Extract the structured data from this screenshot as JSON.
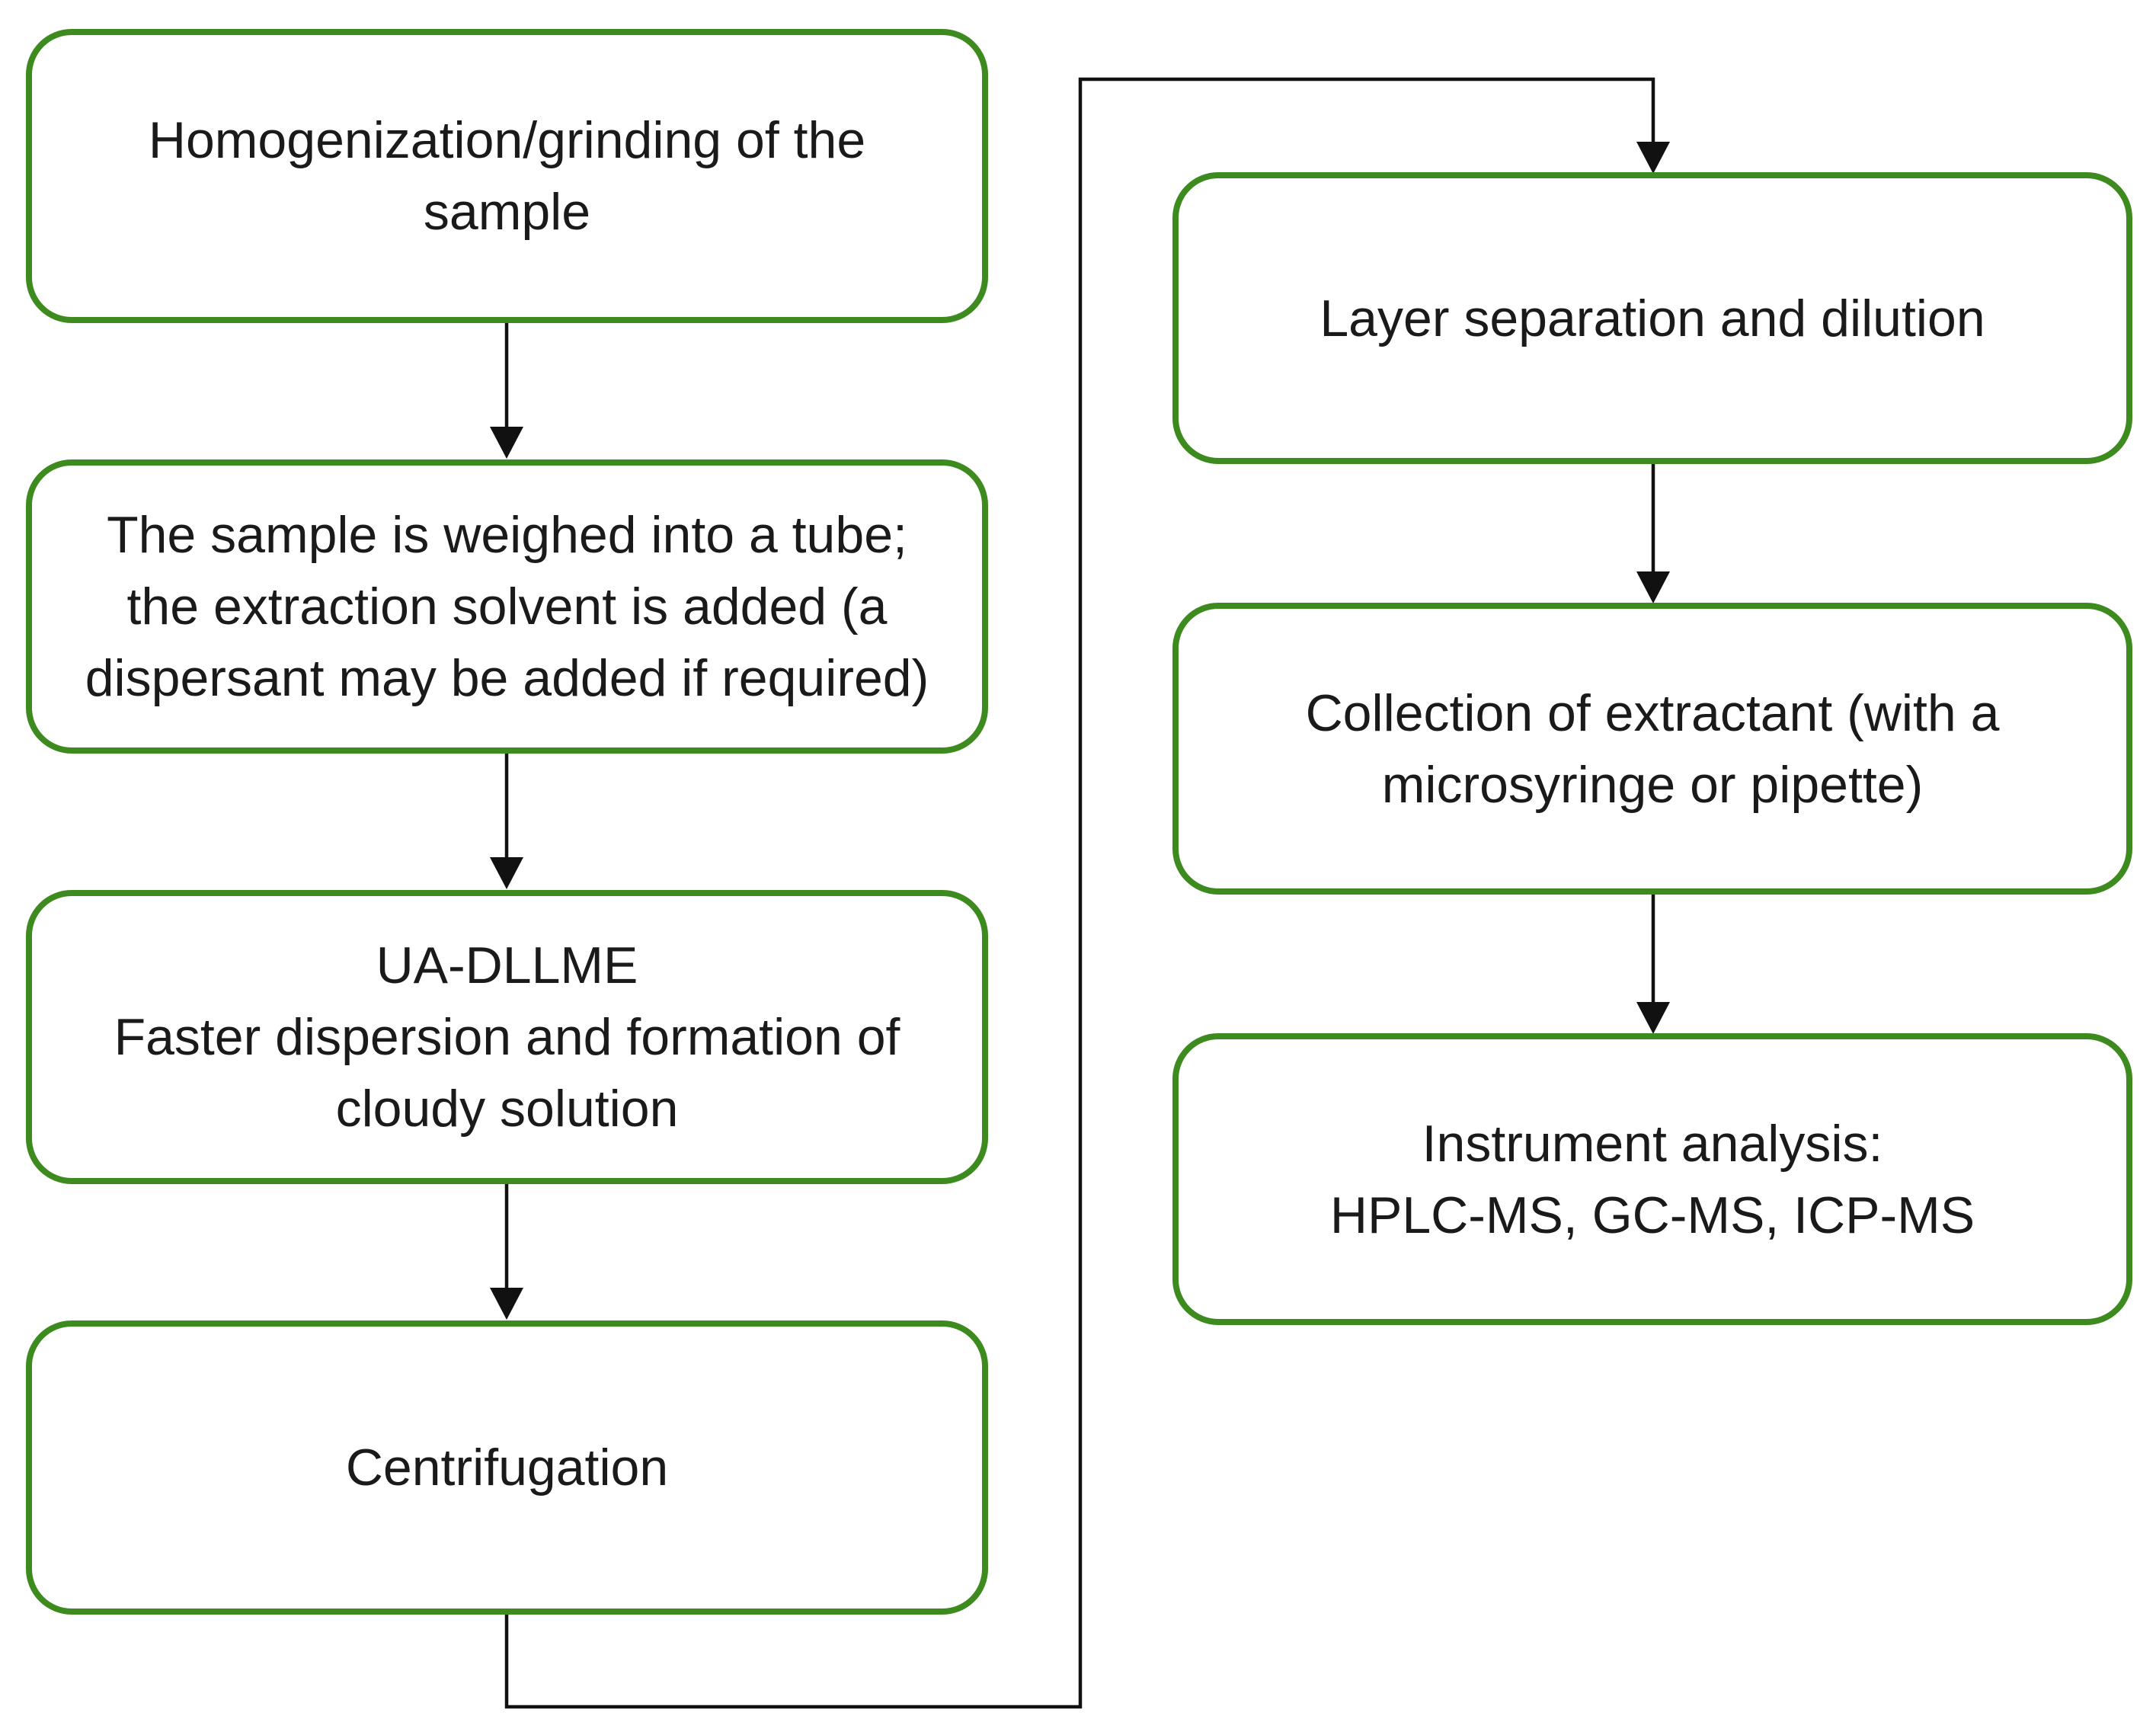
{
  "flowchart": {
    "colors": {
      "box_border": "#3d8b1f",
      "connector": "#111111",
      "text": "#1a1a1a"
    },
    "steps": [
      {
        "id": "homogenization",
        "lines": [
          "Homogenization/grinding of the",
          "sample"
        ]
      },
      {
        "id": "weighing",
        "lines": [
          "The sample is weighed into a tube;",
          "the extraction solvent is added (a",
          "dispersant may be added if required)"
        ]
      },
      {
        "id": "ua-dllme",
        "lines": [
          "UA-DLLME",
          "Faster dispersion and formation of",
          "cloudy solution"
        ]
      },
      {
        "id": "centrifugation",
        "lines": [
          "Centrifugation"
        ]
      },
      {
        "id": "layer-separation",
        "lines": [
          "Layer separation and dilution"
        ]
      },
      {
        "id": "collection",
        "lines": [
          "Collection of extractant (with a",
          "microsyringe or pipette)"
        ]
      },
      {
        "id": "instrument-analysis",
        "lines": [
          "Instrument analysis:",
          "HPLC-MS, GC-MS, ICP-MS"
        ]
      }
    ],
    "connections": [
      {
        "from": "homogenization",
        "to": "weighing"
      },
      {
        "from": "weighing",
        "to": "ua-dllme"
      },
      {
        "from": "ua-dllme",
        "to": "centrifugation"
      },
      {
        "from": "centrifugation",
        "to": "layer-separation"
      },
      {
        "from": "layer-separation",
        "to": "collection"
      },
      {
        "from": "collection",
        "to": "instrument-analysis"
      }
    ]
  }
}
